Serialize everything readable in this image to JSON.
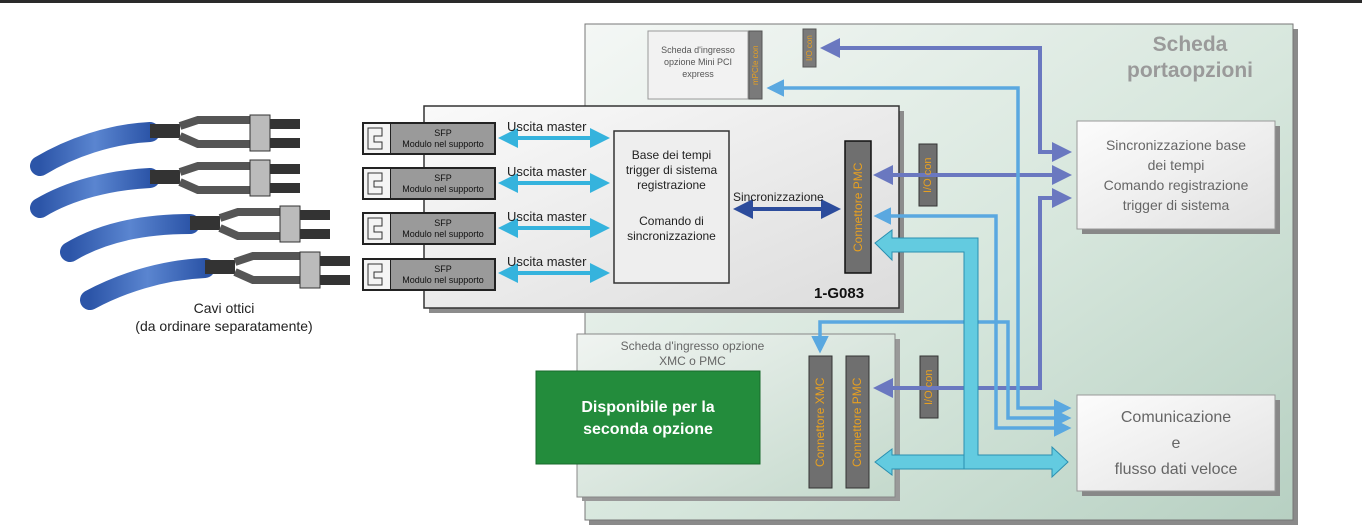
{
  "top_rule": true,
  "carrier": {
    "title": "Scheda portaopzioni"
  },
  "minipci": {
    "label": "Scheda d'ingresso opzione Mini PCI express",
    "connector": "mPCIe con",
    "io": "I/O con"
  },
  "main_board": {
    "id": "1-G083",
    "sfp_modules": [
      {
        "line1": "SFP",
        "line2": "Modulo nel supporto",
        "output": "Uscita master"
      },
      {
        "line1": "SFP",
        "line2": "Modulo nel supporto",
        "output": "Uscita master"
      },
      {
        "line1": "SFP",
        "line2": "Modulo nel supporto",
        "output": "Uscita master"
      },
      {
        "line1": "SFP",
        "line2": "Modulo nel supporto",
        "output": "Uscita master"
      }
    ],
    "timebase": {
      "line1": "Base dei tempi",
      "line2": "trigger di sistema",
      "line3": "registrazione",
      "line4": "Comando di",
      "line5": "sincronizzazione"
    },
    "sync_label": "Sincronizzazione",
    "pmc_connector": "Connettore PMC",
    "io": "I/O con"
  },
  "cables": {
    "line1": "Cavi ottici",
    "line2": "(da ordinare separatamente)"
  },
  "xmc_board": {
    "label_line1": "Scheda d'ingresso opzione",
    "label_line2": "XMC o PMC",
    "xmc_connector": "Connettore XMC",
    "pmc_connector": "Connettore PMC",
    "io": "I/O con",
    "available": {
      "line1": "Disponibile per la",
      "line2": "seconda opzione"
    }
  },
  "sync_box": {
    "line1": "Sincronizzazione base",
    "line2": "dei tempi",
    "line3": "Comando registrazione",
    "line4": "trigger di sistema"
  },
  "comm_box": {
    "line1": "Comunicazione",
    "line2": "e",
    "line3": "flusso dati veloce"
  },
  "colors": {
    "board_green": "#c9ddd3",
    "sfp_fill": "#9a9a9a",
    "connector_fill": "#6f6f6f",
    "connector_text": "#e8a020",
    "arrow_light": "#5aa8e0",
    "arrow_dark": "#6a78c0",
    "arrow_cyan": "#4dc0d4",
    "available_green": "#238c3c",
    "cable_blue": "#2c55a8"
  }
}
